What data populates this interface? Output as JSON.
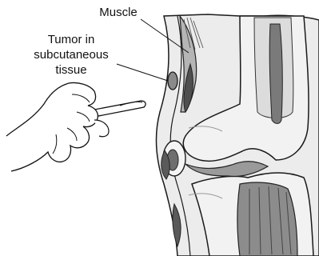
{
  "labels": {
    "muscle": "Muscle",
    "tumor_line1": "Tumor in",
    "tumor_line2": "subcutaneous",
    "tumor_line3": "tissue"
  },
  "colors": {
    "skin_outline": "#1a1a1a",
    "tissue_fill": "#d9d9d9",
    "bone_fill": "#eeeeee",
    "muscle_dark": "#555555",
    "tumor_fill": "#8a8a8a",
    "hand_fill": "#ffffff"
  },
  "icons": {
    "hand": "hand-with-scalpel",
    "scalpel": "scalpel"
  }
}
